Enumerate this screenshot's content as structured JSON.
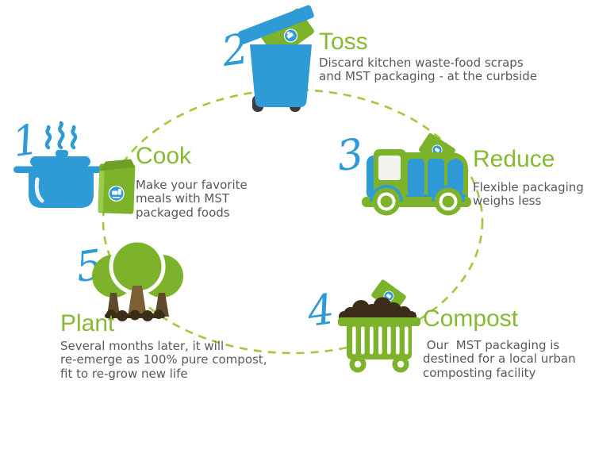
{
  "palette": {
    "blue": "#2e9ad6",
    "green": "#7db32a",
    "green_dark": "#6da024",
    "green_pale": "#a6d25c",
    "green_title": "#85ba32",
    "dash_green": "#9fc93f",
    "text_gray": "#58595b",
    "soil_brown": "#3c2d19",
    "trunk_brown": "#7d5f35",
    "trunk_brown_dark": "#5f4a2a",
    "wheel_gray": "#3b3b3d",
    "window_white": "#f2f2ef"
  },
  "steps": [
    {
      "number": "1",
      "title": "Cook",
      "description": "Make your favorite\nmeals with MST\npackaged foods",
      "icon": "cooking-pot"
    },
    {
      "number": "2",
      "title": "Toss",
      "description": "Discard kitchen waste-food scraps\nand MST packaging - at the curbside",
      "icon": "trash-bin"
    },
    {
      "number": "3",
      "title": "Reduce",
      "description": "Flexible packaging\nweighs less",
      "icon": "garbage-truck"
    },
    {
      "number": "4",
      "title": "Compost",
      "description": " Our  MST packaging is\ndestined for a local urban\ncomposting facility",
      "icon": "compost-cart"
    },
    {
      "number": "5",
      "title": "Plant",
      "description": "Several months later, it will\nre-emerge as 100% pure compost,\nfit to re-grow new life",
      "icon": "trees"
    }
  ]
}
